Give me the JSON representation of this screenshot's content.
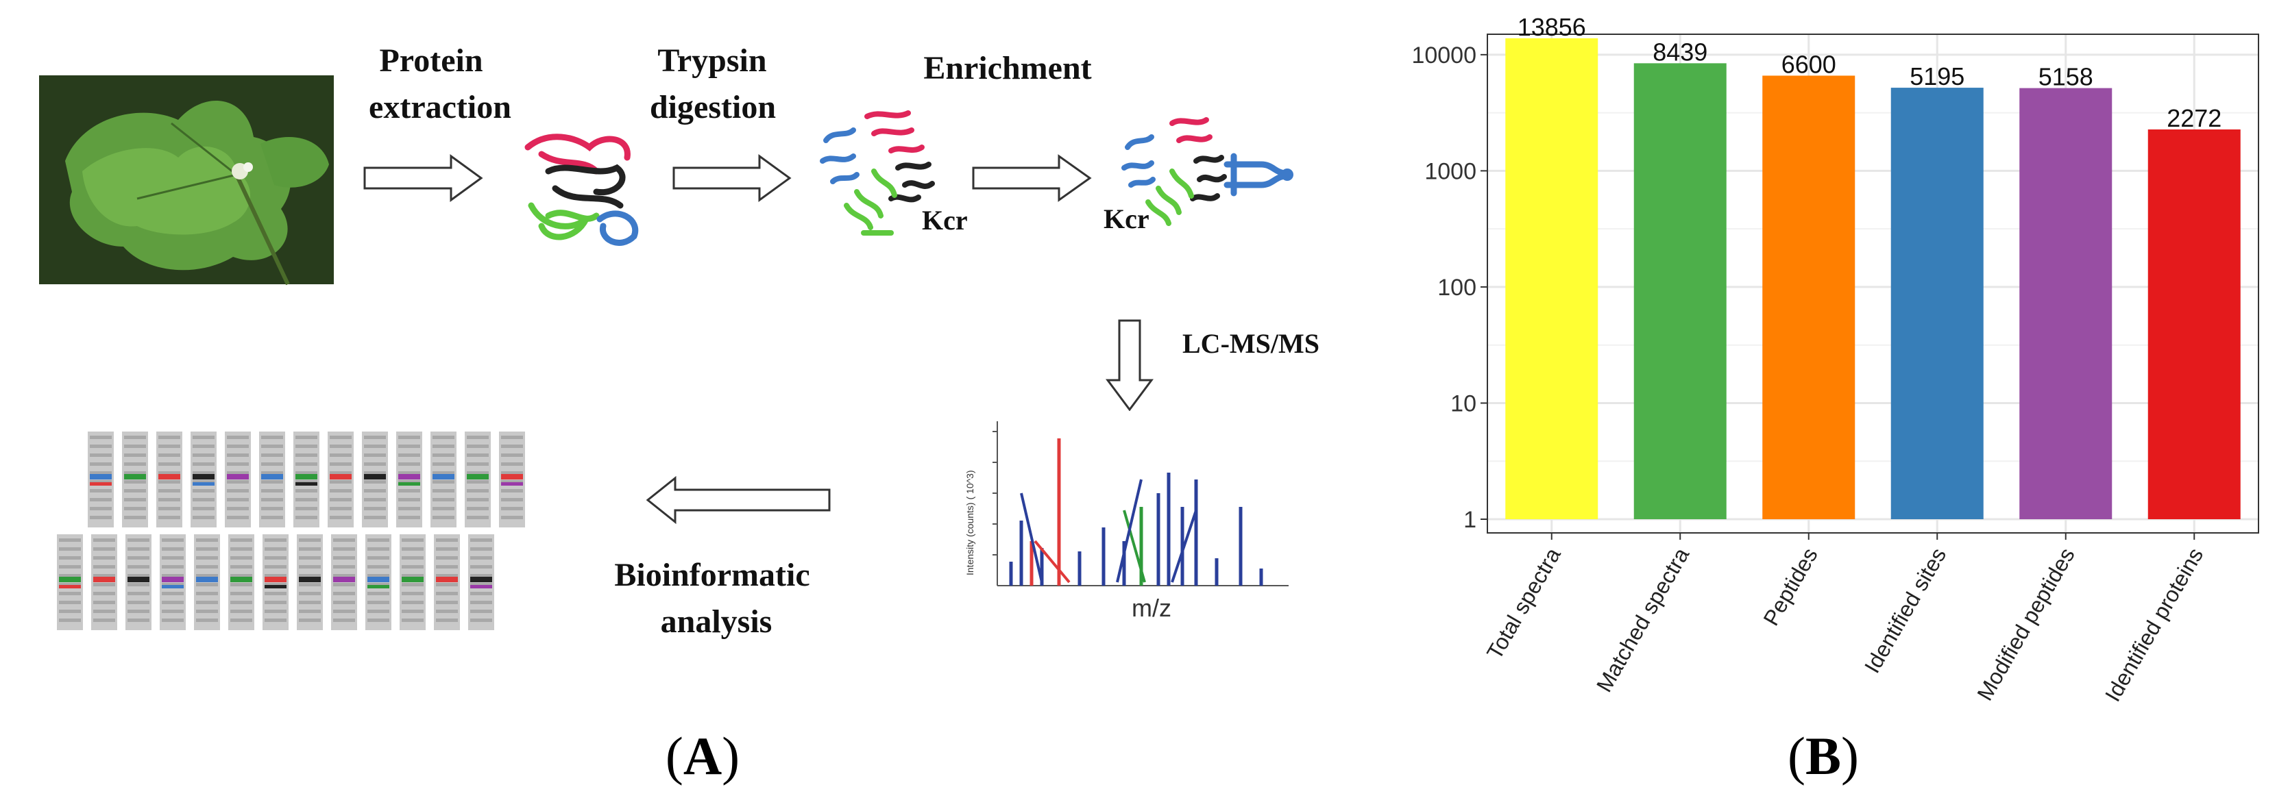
{
  "workflow": {
    "steps": {
      "protein_extraction": [
        "Protein",
        "extraction"
      ],
      "trypsin_digestion": [
        "Trypsin",
        "digestion"
      ],
      "enrichment": "Enrichment",
      "lcms": "LC-MS/MS",
      "bioinformatic": [
        "Bioinformatic",
        "analysis"
      ]
    },
    "kcr_label": "Kcr",
    "ms_xlabel": "m/z",
    "ms_ylabel": "Intensity (counts) ( 10^3)"
  },
  "panels": {
    "a": {
      "open": "(",
      "letter": "A",
      "close": ")"
    },
    "b": {
      "open": "(",
      "letter": "B",
      "close": ")"
    }
  },
  "chart_data": {
    "type": "bar",
    "yscale": "log",
    "ylim": [
      1,
      15000
    ],
    "yticks": [
      "1",
      "10",
      "100",
      "1000",
      "10000"
    ],
    "categories": [
      "Total spectra",
      "Matched spectra",
      "Peptides",
      "Identified sites",
      "Modified peptides",
      "Identified proteins"
    ],
    "values": [
      13856,
      8439,
      6600,
      5195,
      5158,
      2272
    ],
    "colors": [
      "#FFFF33",
      "#4DAF4A",
      "#FF7F00",
      "#377EB8",
      "#984EA3",
      "#E41A1C"
    ],
    "grid": true,
    "title": "",
    "xlabel": "",
    "ylabel": ""
  }
}
